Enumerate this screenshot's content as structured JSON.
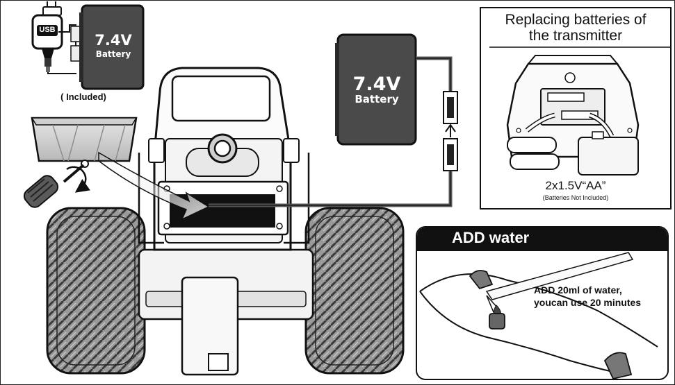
{
  "usb": {
    "plug_label": "USB",
    "battery_voltage": "7.4V",
    "battery_word": "Battery",
    "included_note": "( Included)"
  },
  "main_battery": {
    "voltage": "7.4V",
    "word": "Battery"
  },
  "transmitter_panel": {
    "title_line1": "Replacing batteries of",
    "title_line2": "the transmitter",
    "battery_spec": "2x1.5V“AA”",
    "battery_note": "(Batteries Not Included)"
  },
  "water_panel": {
    "header": "ADD water",
    "instruction_line1": "ADD 20ml of water,",
    "instruction_line2": "youcan use 20 minutes"
  },
  "colors": {
    "battery_fill": "#4a4a4a",
    "outline": "#111111",
    "tire_fill": "#8a8a8a",
    "cover_fill": "#d6d6d6"
  }
}
